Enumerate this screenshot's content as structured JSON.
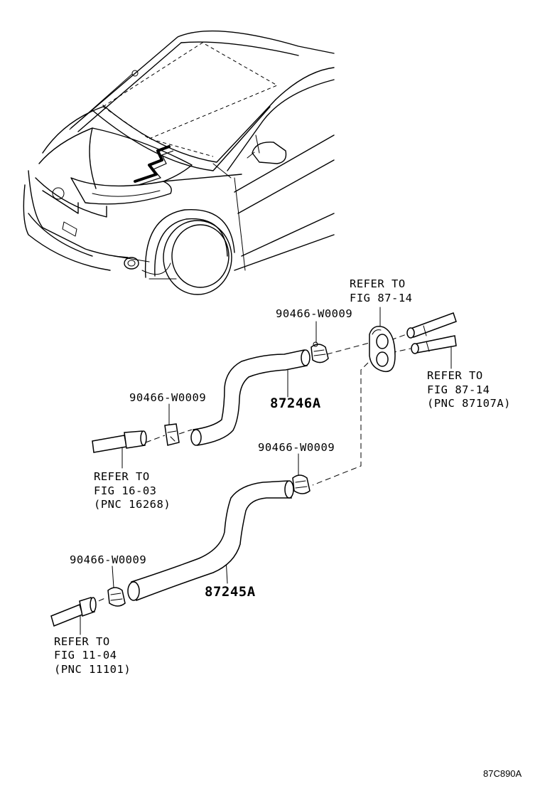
{
  "part_labels": {
    "hose_upper": "87246A",
    "hose_lower": "87245A"
  },
  "clip_labels": {
    "clip_upper_right": "90466-W0009",
    "clip_upper_left": "90466-W0009",
    "clip_mid": "90466-W0009",
    "clip_lower": "90466-W0009"
  },
  "references": {
    "grommet": {
      "line1": "REFER TO",
      "line2": "FIG 87-14"
    },
    "heater_pipe": {
      "line1": "REFER TO",
      "line2": "FIG 87-14",
      "line3": "(PNC 87107A)"
    },
    "engine_upper": {
      "line1": "REFER TO",
      "line2": "FIG 16-03",
      "line3": "(PNC 16268)"
    },
    "engine_lower": {
      "line1": "REFER TO",
      "line2": "FIG 11-04",
      "line3": "(PNC 11101)"
    }
  },
  "figure_code": "87C890A"
}
